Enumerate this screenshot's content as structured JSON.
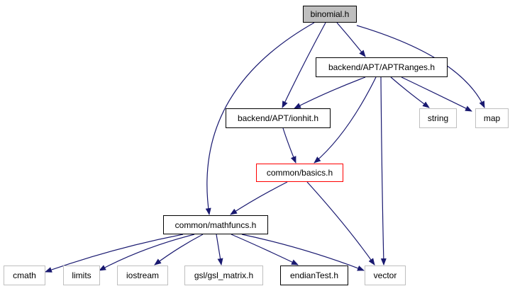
{
  "colors": {
    "edge": "#191970",
    "root_fill": "#bfbfbf",
    "highlight_border": "#ff0000",
    "external_border": "#bfbfbf"
  },
  "nodes": {
    "binomial": {
      "label": "binomial.h",
      "style": "root"
    },
    "aptranges": {
      "label": "backend/APT/APTRanges.h",
      "style": "black"
    },
    "ionhit": {
      "label": "backend/APT/ionhit.h",
      "style": "black"
    },
    "string": {
      "label": "string",
      "style": "gray"
    },
    "map": {
      "label": "map",
      "style": "gray"
    },
    "basics": {
      "label": "common/basics.h",
      "style": "red"
    },
    "mathfuncs": {
      "label": "common/mathfuncs.h",
      "style": "black"
    },
    "cmath": {
      "label": "cmath",
      "style": "gray"
    },
    "limits": {
      "label": "limits",
      "style": "gray"
    },
    "iostream": {
      "label": "iostream",
      "style": "gray"
    },
    "gsl": {
      "label": "gsl/gsl_matrix.h",
      "style": "gray"
    },
    "endian": {
      "label": "endianTest.h",
      "style": "black"
    },
    "vector": {
      "label": "vector",
      "style": "gray"
    }
  },
  "edges": [
    [
      "binomial",
      "aptranges"
    ],
    [
      "binomial",
      "ionhit"
    ],
    [
      "binomial",
      "map"
    ],
    [
      "binomial",
      "mathfuncs"
    ],
    [
      "aptranges",
      "ionhit"
    ],
    [
      "aptranges",
      "basics"
    ],
    [
      "aptranges",
      "vector"
    ],
    [
      "aptranges",
      "string"
    ],
    [
      "aptranges",
      "map"
    ],
    [
      "ionhit",
      "basics"
    ],
    [
      "basics",
      "mathfuncs"
    ],
    [
      "basics",
      "vector"
    ],
    [
      "mathfuncs",
      "cmath"
    ],
    [
      "mathfuncs",
      "limits"
    ],
    [
      "mathfuncs",
      "iostream"
    ],
    [
      "mathfuncs",
      "gsl"
    ],
    [
      "mathfuncs",
      "endian"
    ],
    [
      "mathfuncs",
      "vector"
    ]
  ]
}
